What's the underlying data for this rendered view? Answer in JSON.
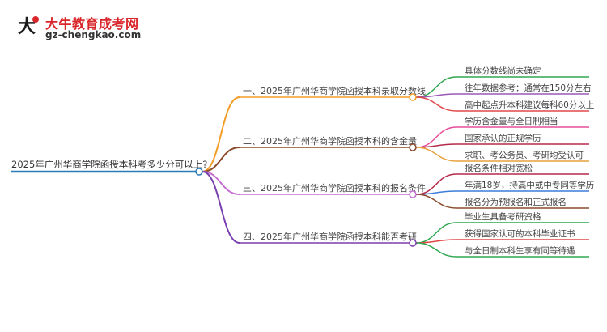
{
  "brand": {
    "name": "大牛教育成考网",
    "url": "gz-chengkao.com"
  },
  "root": {
    "label": "2025年广州华商学院函授本科考多少分可以上?",
    "color": "#2b7bb9"
  },
  "branches": [
    {
      "label": "一、2025年广州华商学院函授本科录取分数线",
      "color": "#f39c26",
      "children": [
        {
          "label": "具体分数线尚未确定",
          "color": "#2fa84f"
        },
        {
          "label": "往年数据参考：通常在150分左右",
          "color": "#9b59b6"
        },
        {
          "label": "高中起点升本科建议每科60分以上",
          "color": "#e04848"
        }
      ]
    },
    {
      "label": "二、2025年广州华商学院函授本科的含金量",
      "color": "#8b4b2b",
      "children": [
        {
          "label": "学历含金量与全日制相当",
          "color": "#e84e9a"
        },
        {
          "label": "国家承认的正规学历",
          "color": "#b5294a"
        },
        {
          "label": "求职、考公务员、考研均受认可",
          "color": "#e6a23c"
        }
      ]
    },
    {
      "label": "三、2025年广州华商学院函授本科的报名条件",
      "color": "#c46fd0",
      "children": [
        {
          "label": "报名条件相对宽松",
          "color": "#b5294a"
        },
        {
          "label": "年满18岁，持高中或中专同等学历",
          "color": "#3b7dd8"
        },
        {
          "label": "报名分为预报名和正式报名",
          "color": "#8b4b2b"
        }
      ]
    },
    {
      "label": "四、2025年广州华商学院函授本科能否考研",
      "color": "#7a3fb0",
      "children": [
        {
          "label": "毕业生具备考研资格",
          "color": "#2fa84f"
        },
        {
          "label": "获得国家认可的本科毕业证书",
          "color": "#e04848"
        },
        {
          "label": "与全日制本科生享有同等待遇",
          "color": "#2fa84f"
        }
      ]
    }
  ]
}
